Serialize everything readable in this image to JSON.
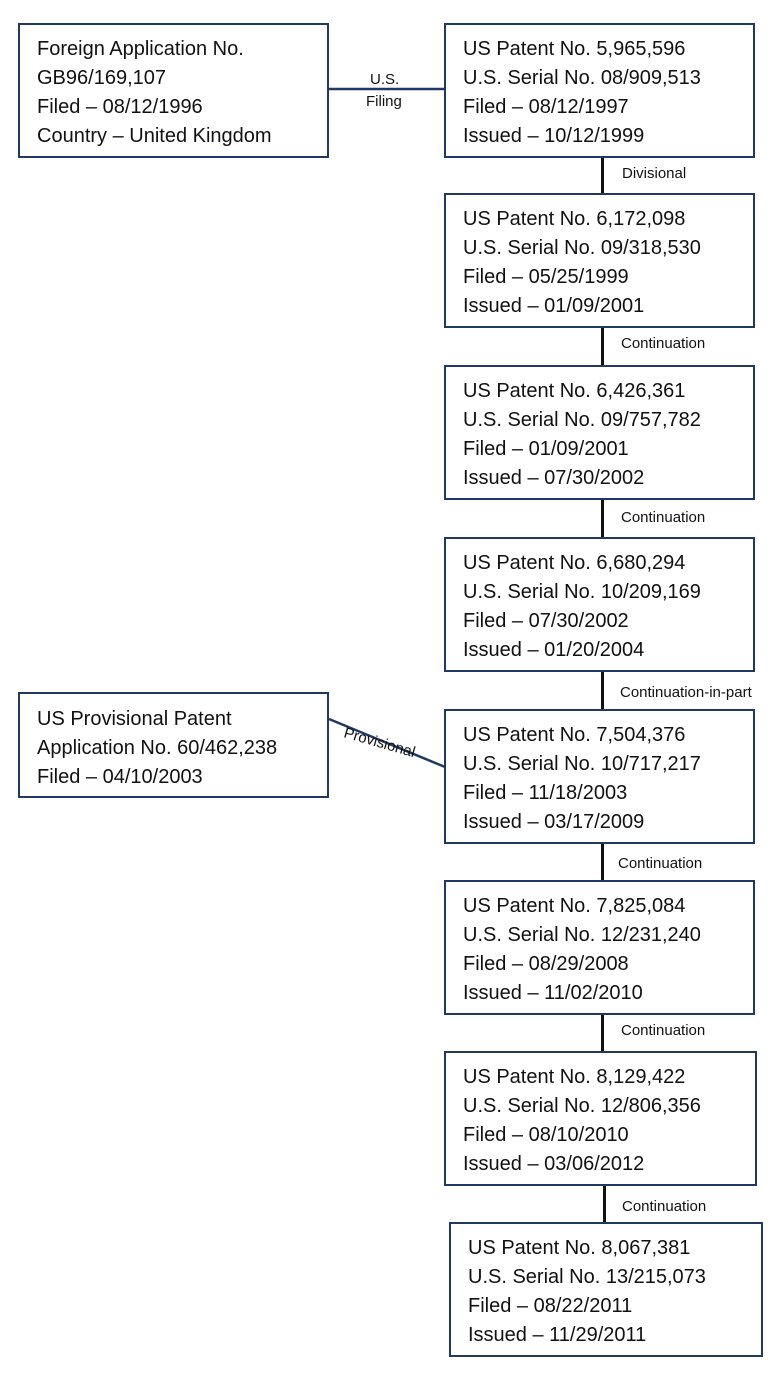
{
  "foreign_application": {
    "lines": [
      "Foreign Application No.",
      "GB96/169,107",
      "Filed – 08/12/1996",
      "Country – United Kingdom"
    ]
  },
  "provisional_application": {
    "lines": [
      "US Provisional Patent",
      "Application No. 60/462,238",
      "Filed – 04/10/2003"
    ]
  },
  "side_links": {
    "us_filing": [
      "U.S.",
      "Filing"
    ],
    "provisional": "Provisional"
  },
  "patents": [
    {
      "lines": [
        "US Patent No. 5,965,596",
        "U.S. Serial No. 08/909,513",
        "Filed – 08/12/1997",
        "Issued – 10/12/1999"
      ]
    },
    {
      "lines": [
        "US Patent No. 6,172,098",
        "U.S. Serial No. 09/318,530",
        "Filed – 05/25/1999",
        "Issued – 01/09/2001"
      ]
    },
    {
      "lines": [
        "US Patent No. 6,426,361",
        "U.S. Serial No. 09/757,782",
        "Filed – 01/09/2001",
        "Issued – 07/30/2002"
      ]
    },
    {
      "lines": [
        "US Patent No. 6,680,294",
        "U.S. Serial No. 10/209,169",
        "Filed – 07/30/2002",
        "Issued – 01/20/2004"
      ]
    },
    {
      "lines": [
        "US Patent No. 7,504,376",
        "U.S. Serial No. 10/717,217",
        "Filed – 11/18/2003",
        "Issued – 03/17/2009"
      ]
    },
    {
      "lines": [
        "US Patent No. 7,825,084",
        "U.S. Serial No. 12/231,240",
        "Filed – 08/29/2008",
        "Issued – 11/02/2010"
      ]
    },
    {
      "lines": [
        "US Patent No. 8,129,422",
        "U.S. Serial No. 12/806,356",
        "Filed – 08/10/2010",
        "Issued – 03/06/2012"
      ]
    },
    {
      "lines": [
        "US Patent No. 8,067,381",
        "U.S. Serial No. 13/215,073",
        "Filed – 08/22/2011",
        "Issued – 11/29/2011"
      ]
    }
  ],
  "chain_links": [
    "Divisional",
    "Continuation",
    "Continuation",
    "Continuation-in-part",
    "Continuation",
    "Continuation",
    "Continuation"
  ],
  "colors": {
    "box_border": "#1F3864",
    "connector": "#111111",
    "text": "#111111"
  }
}
